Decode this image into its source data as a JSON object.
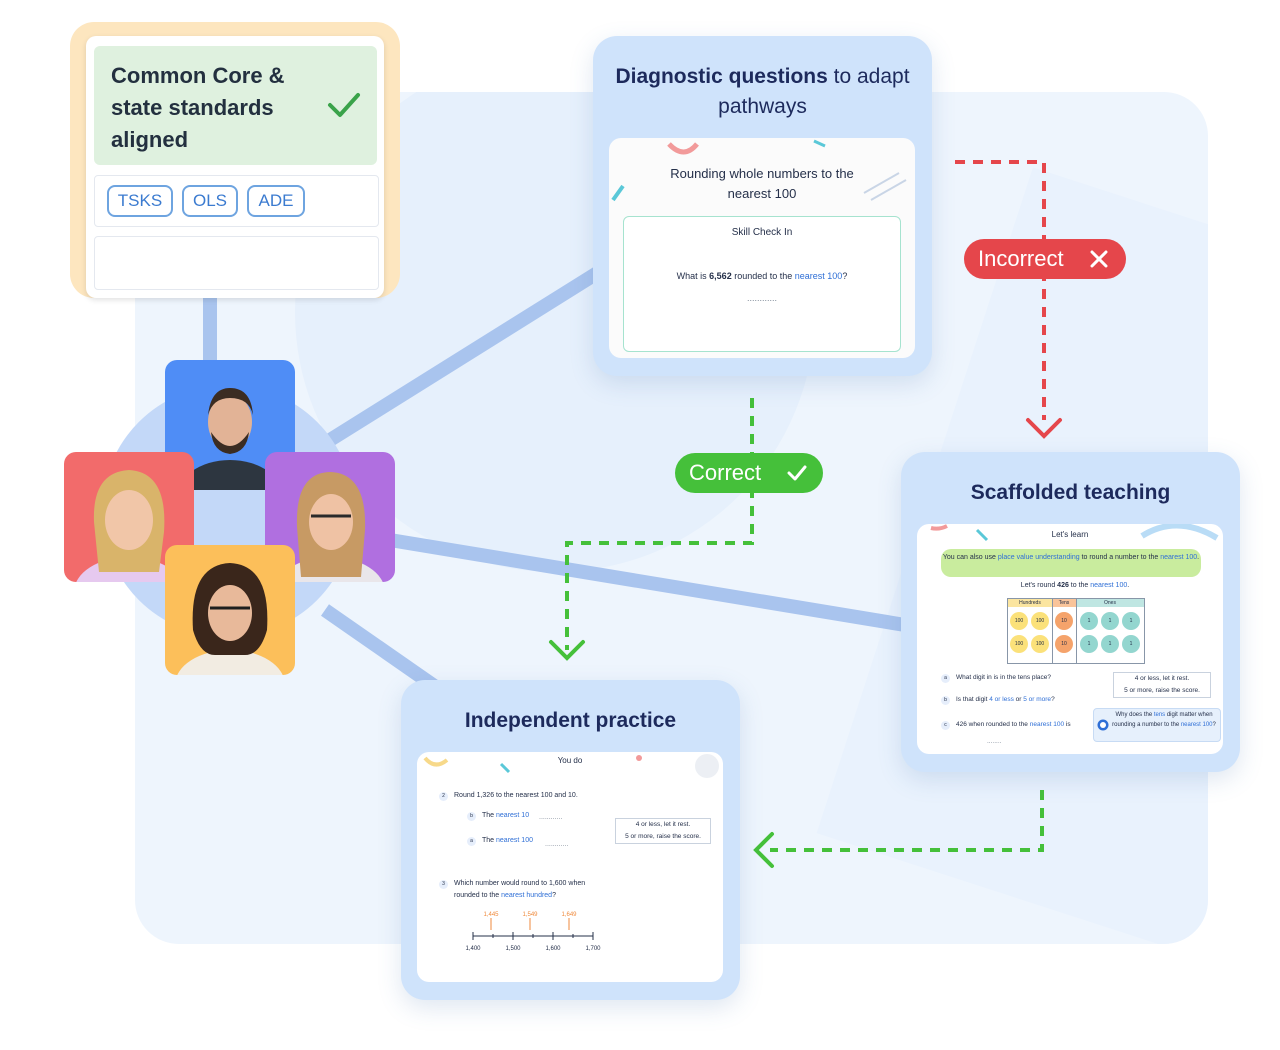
{
  "standards": {
    "title": "Common Core & state standards aligned",
    "tags": [
      "TSKS",
      "OLS",
      "ADE"
    ]
  },
  "diagnostic": {
    "title_bold": "Diagnostic questions",
    "title_rest": " to adapt pathways",
    "heading": "Rounding whole numbers to the nearest 100",
    "box_title": "Skill Check In",
    "question_pre": "What is ",
    "question_num": "6,562",
    "question_mid": " rounded to the ",
    "question_link": "nearest 100",
    "question_end": "?",
    "blank": "............"
  },
  "incorrect_label": "Incorrect",
  "correct_label": "Correct",
  "scaffolded": {
    "title": "Scaffolded teaching",
    "section": "Let's learn",
    "banner_pre": "You can also use ",
    "banner_link": "place value understanding",
    "banner_mid": " to round a number to the ",
    "banner_link2": "nearest 100",
    "banner_end": ".",
    "round_pre": "Let's round ",
    "round_num": "426",
    "round_mid": " to the ",
    "round_link": "nearest 100",
    "round_end": ".",
    "table_headers": [
      "Hundreds",
      "Tens",
      "Ones"
    ],
    "counter_hundreds": "100",
    "counter_tens": "10",
    "counter_ones": "1",
    "q_a_letter": "a",
    "q_a": "What digit in is in the tens place?",
    "q_b_letter": "b",
    "q_b_pre": "Is that digit ",
    "q_b_link1": "4 or less",
    "q_b_mid": " or ",
    "q_b_link2": "5 or more",
    "q_b_end": "?",
    "q_c_letter": "c",
    "q_c_pre": "426 when rounded to the ",
    "q_c_link": "nearest 100",
    "q_c_end": " is",
    "q_c_blank": "........",
    "rule_line1": "4 or less, let it rest.",
    "rule_line2": "5 or more, raise the score.",
    "why_pre": "Why does the ",
    "why_link": "tens",
    "why_mid": " digit matter when rounding a number to the ",
    "why_link2": "nearest 100",
    "why_end": "?"
  },
  "independent": {
    "title": "Independent practice",
    "section": "You do",
    "q2_num": "2",
    "q2": "Round 1,326 to the nearest 100 and 10.",
    "q2b_letter": "b",
    "q2b_pre": "The ",
    "q2b_link": "nearest 10",
    "q2a_letter": "a",
    "q2a_pre": "The ",
    "q2a_link": "nearest 100",
    "blank": "............",
    "rule_line1": "4 or less, let it rest.",
    "rule_line2": "5 or more, raise the score.",
    "q3_num": "3",
    "q3_line1": "Which number would round to 1,600 when",
    "q3_line2_pre": "rounded to the ",
    "q3_link": "nearest hundred",
    "q3_end": "?",
    "marker_labels": [
      "1,445",
      "1,549",
      "1,649"
    ],
    "tick_labels": [
      "1,400",
      "1,500",
      "1,600",
      "1,700"
    ]
  },
  "colors": {
    "card": "#cfe3fb",
    "incorrect": "#e5464b",
    "correct": "#45c03a",
    "title_navy": "#1d2a5c"
  }
}
